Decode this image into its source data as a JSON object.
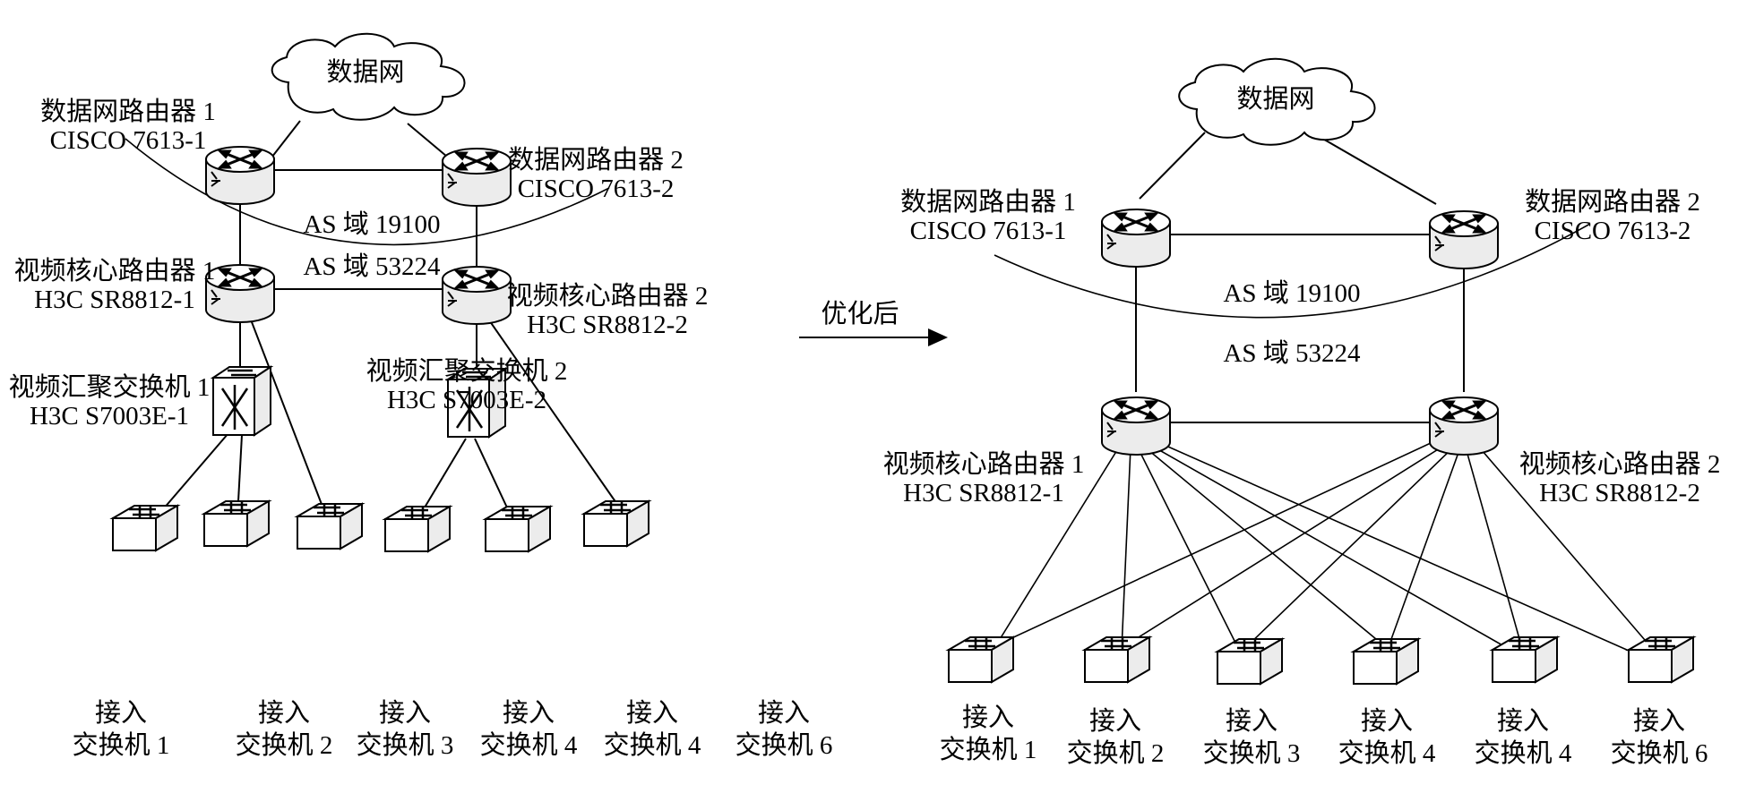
{
  "arrow_label": "优化后",
  "left": {
    "cloud": "数据网",
    "data_router_1": {
      "name": "数据网路由器 1",
      "model": "CISCO 7613-1"
    },
    "data_router_2": {
      "name": "数据网路由器 2",
      "model": "CISCO 7613-2"
    },
    "as_19100": "AS 域 19100",
    "as_53224": "AS 域 53224",
    "video_core_1": {
      "name": "视频核心路由器 1",
      "model": "H3C SR8812-1"
    },
    "video_core_2": {
      "name": "视频核心路由器 2",
      "model": "H3C SR8812-2"
    },
    "agg_switch_1": {
      "name": "视频汇聚交换机 1",
      "model": "H3C S7003E-1"
    },
    "agg_switch_2": {
      "name": "视频汇聚交换机 2",
      "model": "H3C S7003E-2"
    },
    "access": [
      {
        "top": "接入",
        "bottom": "交换机 1"
      },
      {
        "top": "接入",
        "bottom": "交换机 2"
      },
      {
        "top": "接入",
        "bottom": "交换机 3"
      },
      {
        "top": "接入",
        "bottom": "交换机 4"
      },
      {
        "top": "接入",
        "bottom": "交换机 4"
      },
      {
        "top": "接入",
        "bottom": "交换机 6"
      }
    ]
  },
  "right": {
    "cloud": "数据网",
    "data_router_1": {
      "name": "数据网路由器 1",
      "model": "CISCO 7613-1"
    },
    "data_router_2": {
      "name": "数据网路由器 2",
      "model": "CISCO 7613-2"
    },
    "as_19100": "AS 域 19100",
    "as_53224": "AS 域 53224",
    "video_core_1": {
      "name": "视频核心路由器 1",
      "model": "H3C SR8812-1"
    },
    "video_core_2": {
      "name": "视频核心路由器 2",
      "model": "H3C SR8812-2"
    },
    "access": [
      {
        "top": "接入",
        "bottom": "交换机 1"
      },
      {
        "top": "接入",
        "bottom": "交换机 2"
      },
      {
        "top": "接入",
        "bottom": "交换机 3"
      },
      {
        "top": "接入",
        "bottom": "交换机 4"
      },
      {
        "top": "接入",
        "bottom": "交换机 4"
      },
      {
        "top": "接入",
        "bottom": "交换机 6"
      }
    ]
  }
}
